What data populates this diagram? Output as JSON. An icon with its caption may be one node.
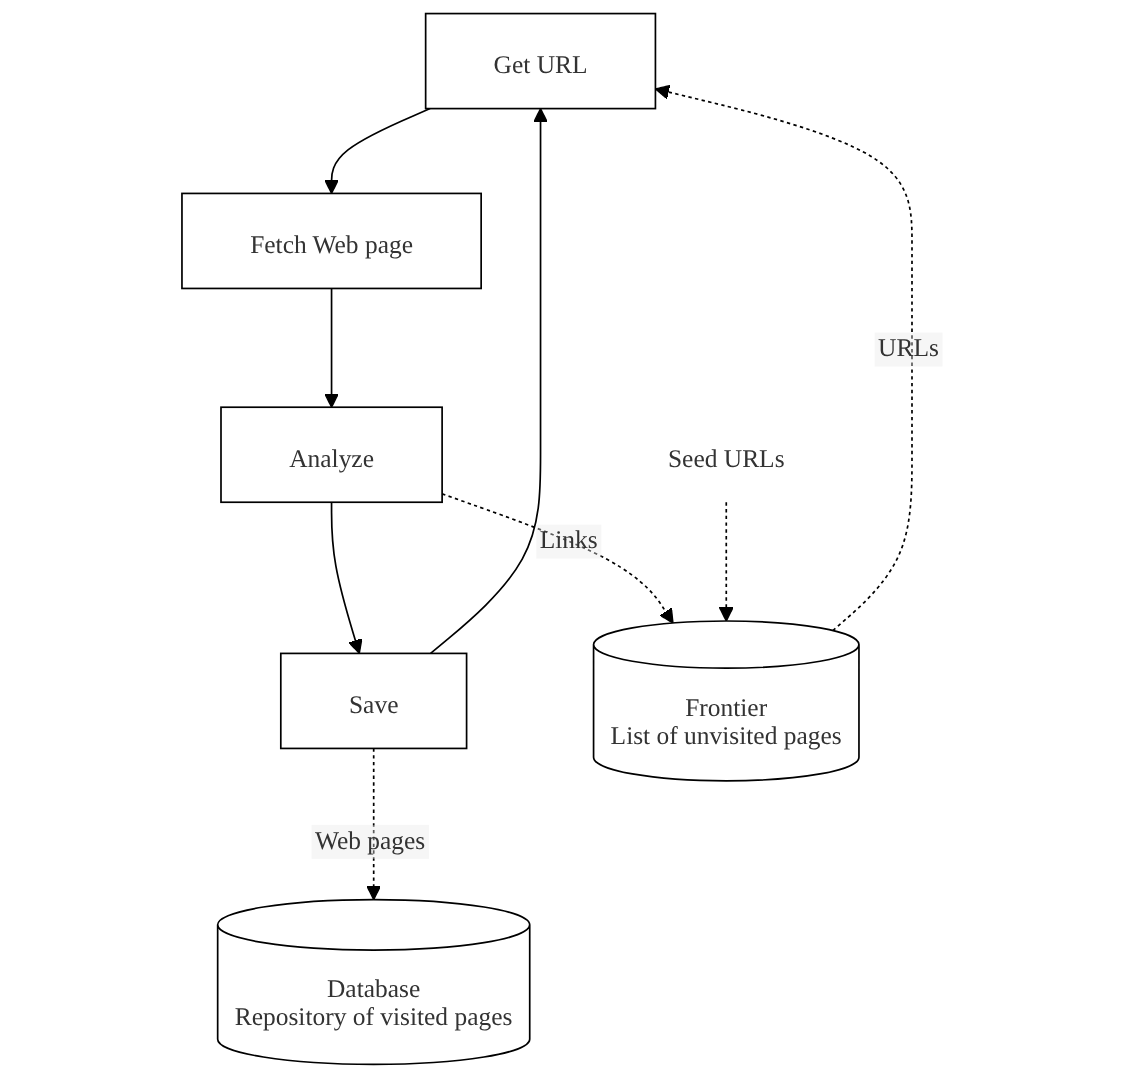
{
  "diagram": {
    "nodes": [
      {
        "text": [
          "Get URL"
        ]
      },
      {
        "text": [
          "Fetch Web page"
        ]
      },
      {
        "text": [
          "Analyze"
        ]
      },
      {
        "text": [
          "Save"
        ]
      },
      {
        "text": [
          "Database",
          "Repository of visited pages"
        ]
      },
      {
        "text": [
          "Frontier",
          "List of unvisited pages"
        ]
      },
      {
        "text": [
          "Seed URLs"
        ]
      }
    ],
    "edges": [
      {
        "from": 0,
        "to": 1,
        "arrow": "to"
      },
      {
        "from": 1,
        "to": 2,
        "arrow": "to"
      },
      {
        "from": 2,
        "to": 3,
        "arrow": "to"
      },
      {
        "from": 3,
        "to": 0,
        "arrow": "to"
      },
      {
        "from": 3,
        "to": 4,
        "arrow": "to",
        "label": "Web pages",
        "style": "dashed"
      },
      {
        "from": 2,
        "to": 5,
        "arrow": "to",
        "label": "Links",
        "style": "dashed"
      },
      {
        "from": 5,
        "to": 0,
        "arrow": "to",
        "label": "URLs",
        "style": "dashed"
      },
      {
        "from": 6,
        "to": 5,
        "arrow": "to",
        "style": "dashed"
      }
    ]
  }
}
